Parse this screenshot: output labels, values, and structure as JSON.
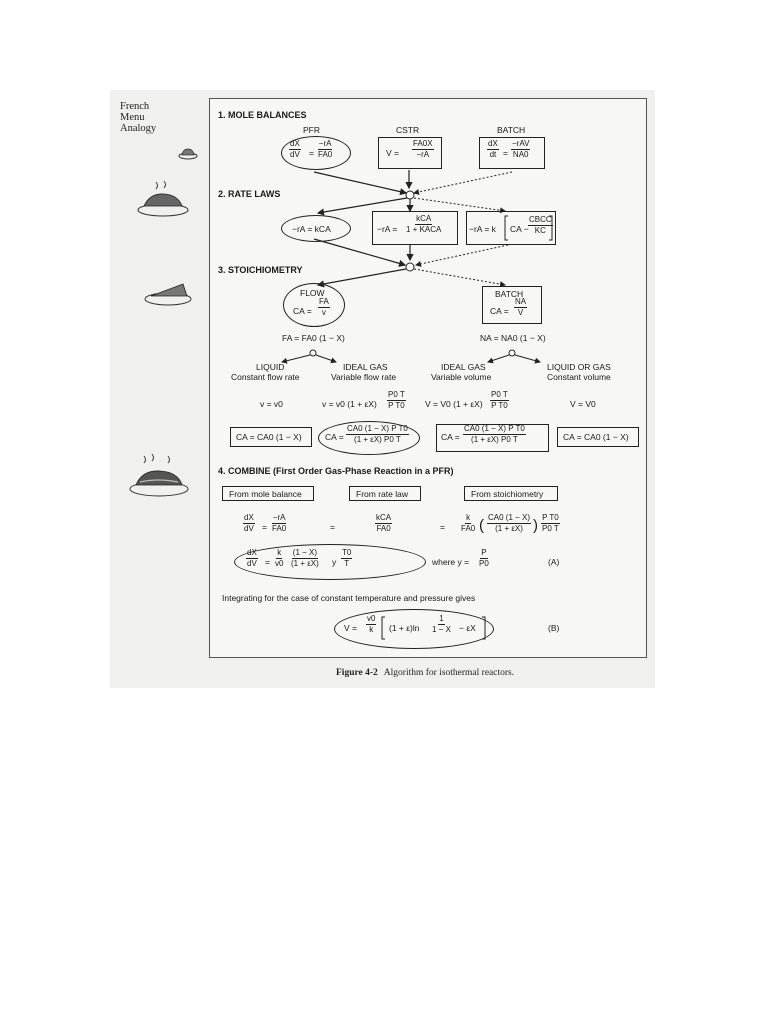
{
  "sidebar": {
    "title": "French\nMenu\nAnalogy"
  },
  "sections": {
    "mole_balances": "1. MOLE BALANCES",
    "rate_laws": "2. RATE LAWS",
    "stoichiometry": "3. STOICHIOMETRY",
    "combine": "4. COMBINE (First Order Gas-Phase Reaction in a PFR)"
  },
  "reactors": {
    "pfr": "PFR",
    "cstr": "CSTR",
    "batch": "BATCH"
  },
  "mole_balance_eqs": {
    "pfr": {
      "lhs_num": "dX",
      "lhs_den": "dV",
      "rhs_num": "−rA",
      "rhs_den": "FA0"
    },
    "cstr": {
      "lhs": "V  =",
      "rhs_num": "FA0X",
      "rhs_den": "−rA"
    },
    "batch": {
      "lhs_num": "dX",
      "lhs_den": "dt",
      "rhs_num": "−rAV",
      "rhs_den": "NA0"
    }
  },
  "rate_law_eqs": {
    "first": "−rA = kCA",
    "second_lhs": "−rA =",
    "second_num": "kCA",
    "second_den": "1 + KACA",
    "third_lhs": "−rA = k",
    "third_a": "CA −",
    "third_num": "CBCC",
    "third_den": "KC"
  },
  "stoich": {
    "flow_label": "FLOW",
    "flow_lhs": "CA =",
    "flow_num": "FA",
    "flow_den": "v",
    "batch_label": "BATCH",
    "batch_lhs": "CA =",
    "batch_num": "NA",
    "batch_den": "V",
    "fa_eq": "FA = FA0 (1 − X)",
    "na_eq": "NA = NA0 (1 − X)"
  },
  "phases": {
    "liquid": "LIQUID",
    "liquid_sub": "Constant flow rate",
    "ideal_gas_flow": "IDEAL GAS",
    "ideal_gas_flow_sub": "Variable flow rate",
    "ideal_gas_vol": "IDEAL GAS",
    "ideal_gas_vol_sub": "Variable volume",
    "liquid_or_gas": "LIQUID OR GAS",
    "liquid_or_gas_sub": "Constant volume"
  },
  "flow_eqs": {
    "v_liquid": "v = v0",
    "v_gas_a": "v = v0 (1 + εX)",
    "v_gas_p": "P0 T",
    "v_gas_q": "P T0",
    "V_gas_a": "V = V0 (1 + εX)",
    "V_gas_p": "P0 T",
    "V_gas_q": "P T0",
    "V_const": "V = V0"
  },
  "conc_eqs": {
    "liquid": "CA = CA0 (1 − X)",
    "gas_flow_lhs": "CA =",
    "gas_flow_num": "CA0 (1 − X)  P  T0",
    "gas_flow_den": "(1 + εX)  P0  T",
    "gas_vol_lhs": "CA =",
    "gas_vol_num": "CA0 (1 − X)  P  T0",
    "gas_vol_den": "(1 + εX)  P0  T",
    "const": "CA = CA0 (1 − X)"
  },
  "combine": {
    "from_mole_balance": "From mole balance",
    "from_rate_law": "From rate law",
    "from_stoichiometry": "From stoichiometry",
    "eq1_lhs_num": "dX",
    "eq1_lhs_den": "dV",
    "eq1_eq": "=",
    "eq1_r_num": "−rA",
    "eq1_r_den": "FA0",
    "eq2_eq": "=",
    "eq2_num": "kCA",
    "eq2_den": "FA0",
    "eq3_eq": "=",
    "eq3_k_num": "k",
    "eq3_k_den": "FA0",
    "eq3_paren_l": "(",
    "eq3_c_num": "CA0 (1 − X)",
    "eq3_c_den": "(1 + εX)",
    "eq3_paren_r": ")",
    "eq3_pt_num": "P  T0",
    "eq3_pt_den": "P0  T",
    "final_lhs_num": "dX",
    "final_lhs_den": "dV",
    "final_eq": "=",
    "final_k_num": "k",
    "final_k_den": "v0",
    "final_mid_num": "(1 − X)",
    "final_mid_den": "(1 + εX)",
    "final_y": "y",
    "final_t_num": "T0",
    "final_t_den": "T",
    "where": "where  y =",
    "where_num": "P",
    "where_den": "P0",
    "label_a": "(A)",
    "integrating": "Integrating for the case of constant temperature and pressure gives",
    "int_lhs": "V =",
    "int_v_num": "v0",
    "int_v_den": "k",
    "int_body": "(1 + ε)ln",
    "int_f_num": "1",
    "int_f_den": "1 − X",
    "int_tail": "− εX",
    "label_b": "(B)"
  },
  "caption": {
    "label": "Figure 4-2",
    "text": "Algorithm for isothermal reactors."
  }
}
